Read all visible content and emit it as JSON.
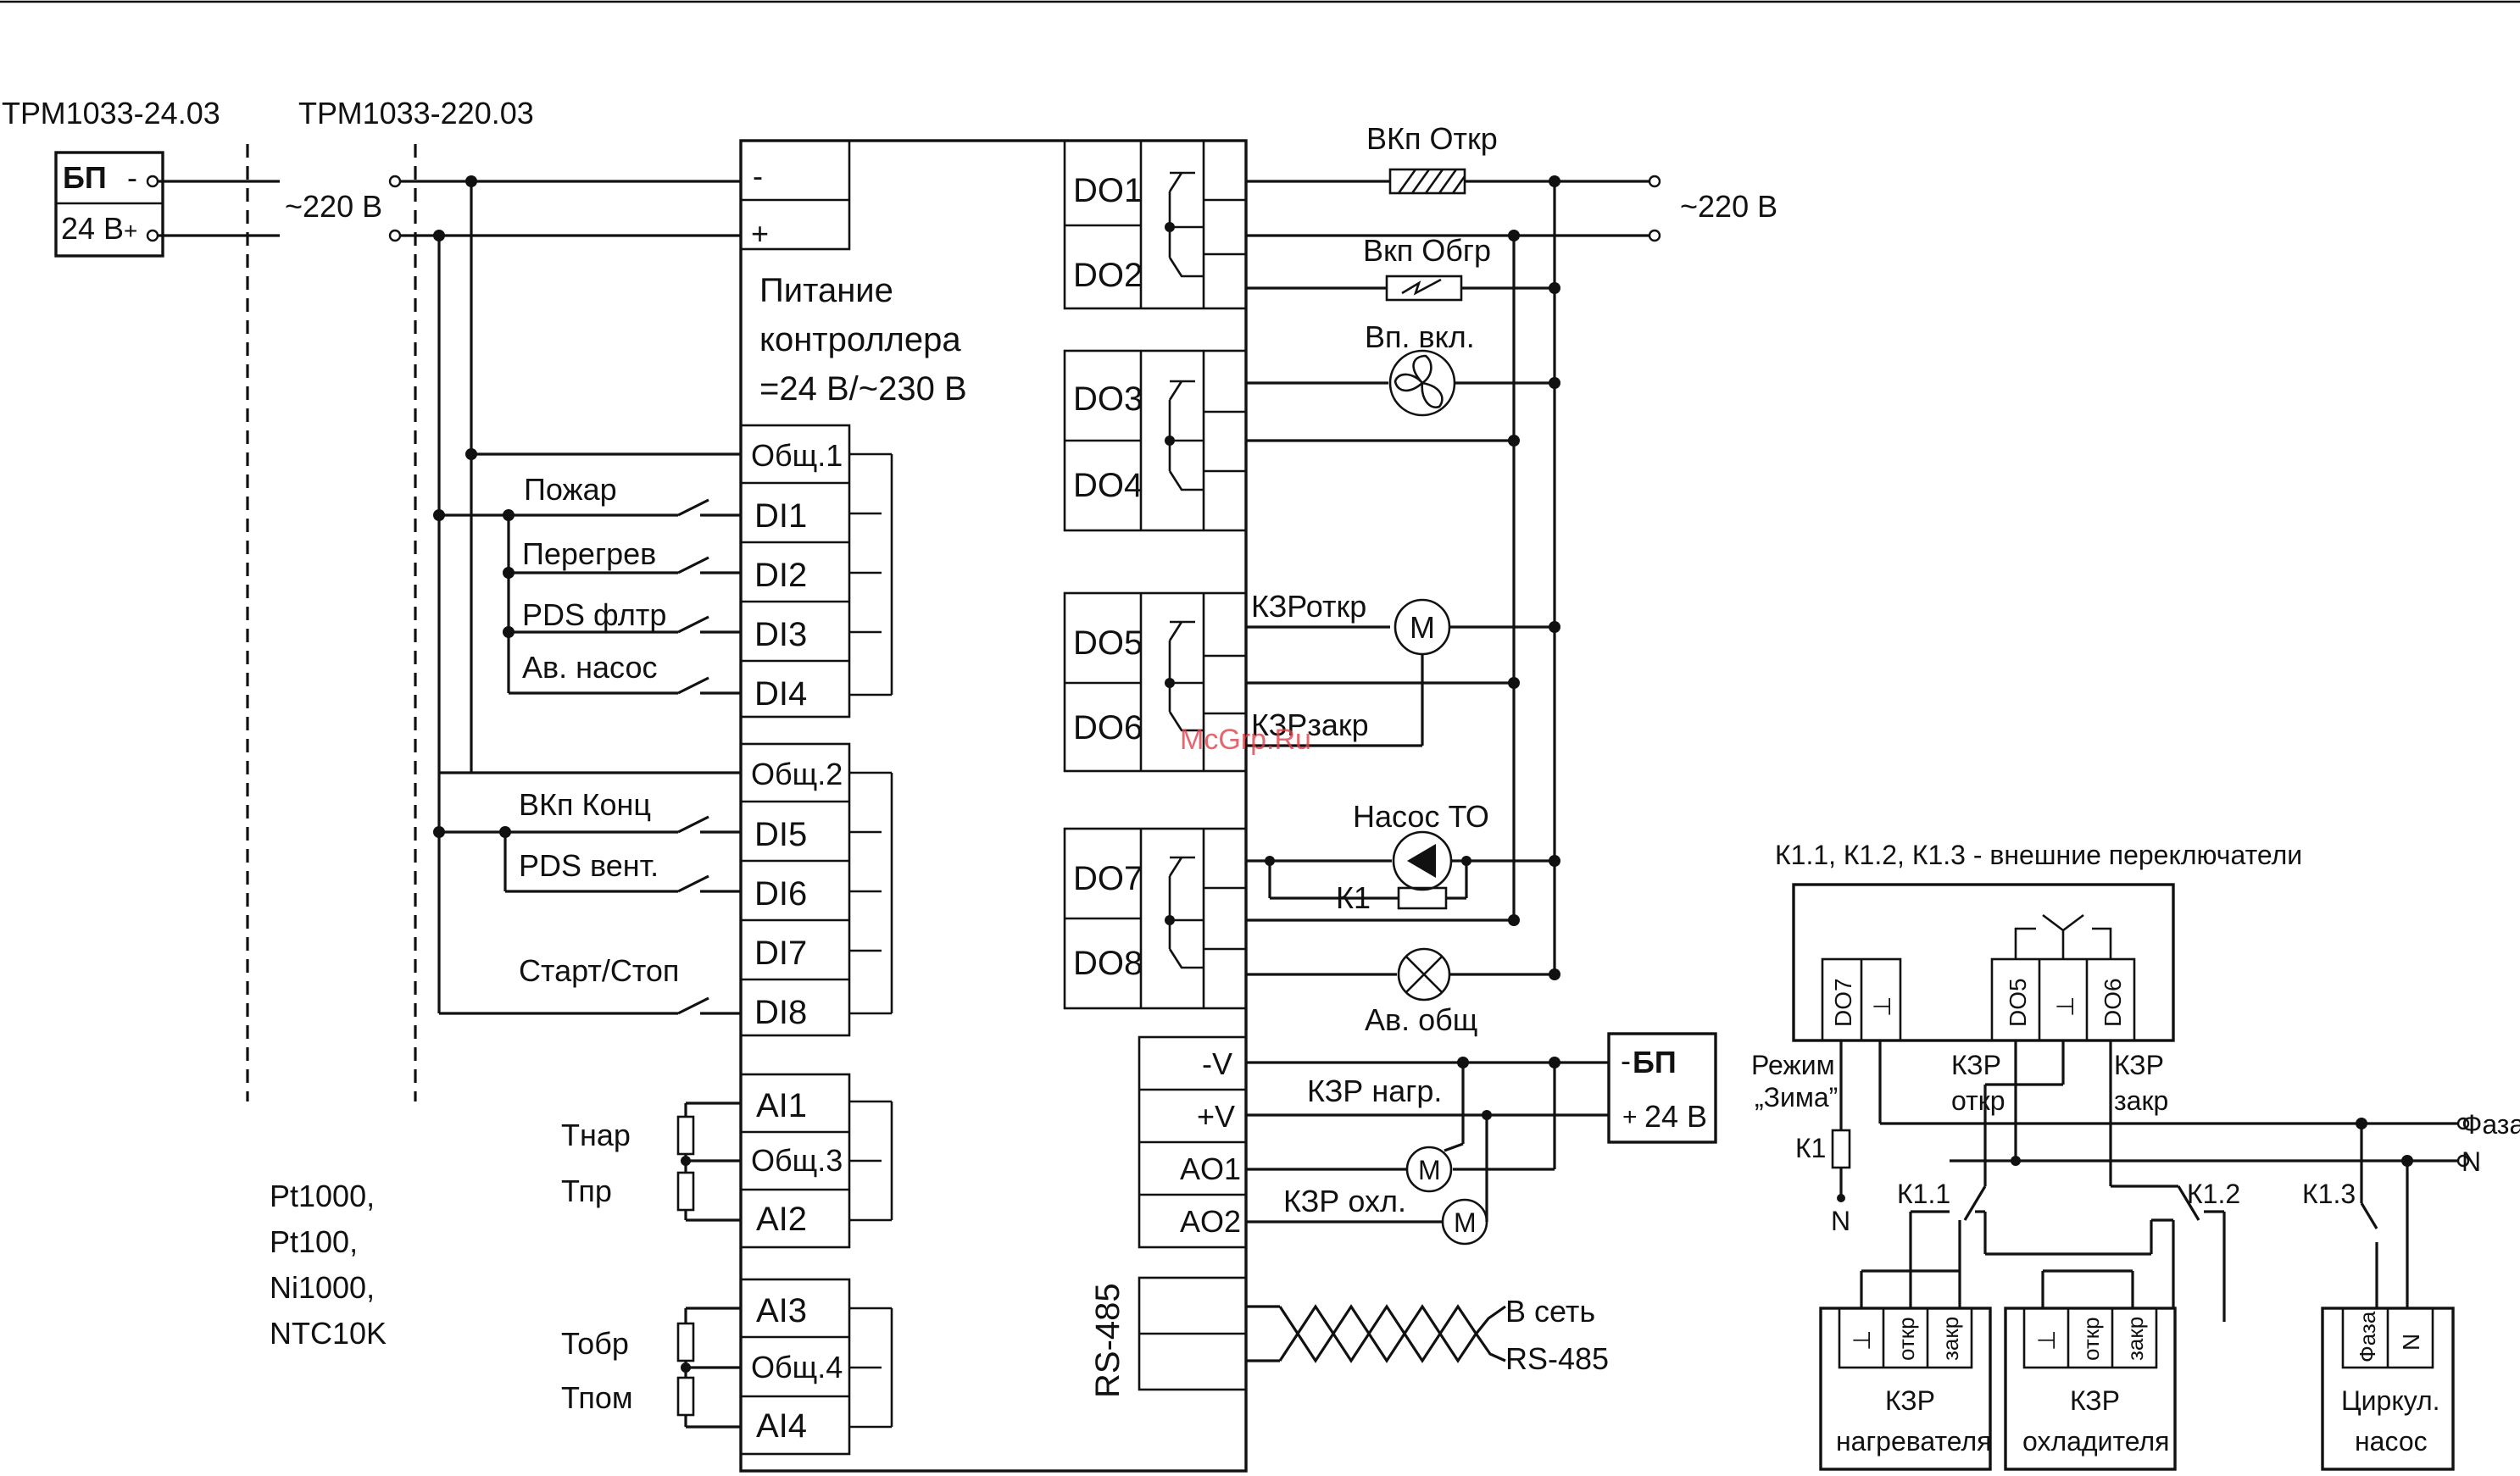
{
  "header": {
    "variant_24": "ТРМ1033-24.03",
    "variant_220": "ТРМ1033-220.03"
  },
  "psu_left": {
    "title": "БП",
    "minus": "-",
    "voltage": "24 В",
    "plus": "+",
    "mains": "~220 В"
  },
  "controller": {
    "power_minus": "-",
    "power_plus": "+",
    "power_label_1": "Питание",
    "power_label_2": "контроллера",
    "power_label_3": "=24 В/~230 В",
    "common_1": "Общ.1",
    "common_2": "Общ.2",
    "common_3": "Общ.3",
    "common_4": "Общ.4",
    "di": [
      "DI1",
      "DI2",
      "DI3",
      "DI4",
      "DI5",
      "DI6",
      "DI7",
      "DI8"
    ],
    "ai": [
      "AI1",
      "AI2",
      "AI3",
      "AI4"
    ],
    "do": [
      "DO1",
      "DO2",
      "DO3",
      "DO4",
      "DO5",
      "DO6",
      "DO7",
      "DO8"
    ],
    "ao": [
      "-V",
      "+V",
      "AO1",
      "AO2"
    ],
    "rs485": "RS-485"
  },
  "digital_inputs": {
    "fire": "Пожар",
    "overheat": "Перегрев",
    "pds_filter": "PDS флтр",
    "pump_alarm": "Ав. насос",
    "damper_end": "ВКп Конц",
    "pds_fan": "PDS вент.",
    "start_stop": "Старт/Стоп"
  },
  "sensors": {
    "t_outdoor": "Тнар",
    "t_supply": "Тпр",
    "t_return": "Тобр",
    "t_room": "Тпом",
    "types": [
      "Pt1000,",
      "Pt100,",
      "Ni1000,",
      "NTC10K"
    ]
  },
  "outputs": {
    "damper_open": "ВКп Откр",
    "damper_heat": "Вкп Обгр",
    "fan_on": "Вп. вкл.",
    "mains_right": "~220 В",
    "valve_open": "КЗРоткр",
    "valve_close": "КЗРзакр",
    "pump_to": "Насос ТО",
    "k1": "К1",
    "alarm_common": "Ав. общ",
    "valve_heat": "КЗР нагр.",
    "valve_cool": "КЗР охл.",
    "net_1": "В сеть",
    "net_2": "RS-485",
    "motor": "M"
  },
  "psu_right": {
    "title": "БП",
    "minus": "-",
    "plus": "+",
    "voltage": "24 В"
  },
  "right_panel": {
    "title": "К1.1, К1.2, К1.3 - внешние переключатели",
    "terminals": [
      "DO7",
      "⊥",
      "DO5",
      "⊥",
      "DO6"
    ],
    "mode_1": "Режим",
    "mode_2": "„Зима”",
    "k1": "К1",
    "n_label": "N",
    "valve_open_1": "КЗР",
    "valve_open_2": "откр",
    "valve_close_1": "КЗР",
    "valve_close_2": "закр",
    "phase": "Фаза",
    "neutral": "N",
    "k11": "К1.1",
    "k12": "К1.2",
    "k13": "К1.3",
    "heater_terms": [
      "⊥",
      "откр",
      "закр"
    ],
    "cooler_terms": [
      "⊥",
      "откр",
      "закр"
    ],
    "pump_terms": [
      "Фаза",
      "N"
    ],
    "heater_1": "КЗР",
    "heater_2": "нагревателя",
    "cooler_1": "КЗР",
    "cooler_2": "охладителя",
    "pump_1": "Циркул.",
    "pump_2": "насос"
  },
  "watermark": "McGrp.Ru"
}
